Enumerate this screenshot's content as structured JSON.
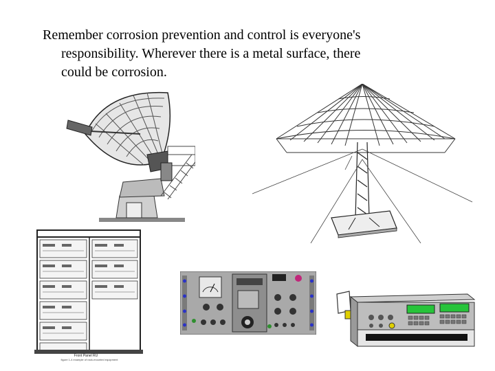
{
  "slide": {
    "text_line1": "Remember corrosion prevention and control is everyone's",
    "text_line2": "responsibility.  Wherever there is a metal surface, there",
    "text_line3": "could be corrosion."
  },
  "images": {
    "dish": {
      "icon": "satellite-dish-antenna-icon"
    },
    "tower": {
      "icon": "wire-antenna-tower-icon"
    },
    "rack": {
      "icon": "equipment-rack-icon",
      "label": "Front Panel RU",
      "caption": "figure 1-4 example of rack-mounted equipment"
    },
    "panel": {
      "icon": "control-panel-icon"
    },
    "tester": {
      "icon": "test-instrument-icon"
    }
  },
  "colors": {
    "panel_green": "#2f8f2f",
    "panel_blue": "#2a32c8",
    "display_green": "#27c43a",
    "metal_gray": "#a8a8a8"
  }
}
